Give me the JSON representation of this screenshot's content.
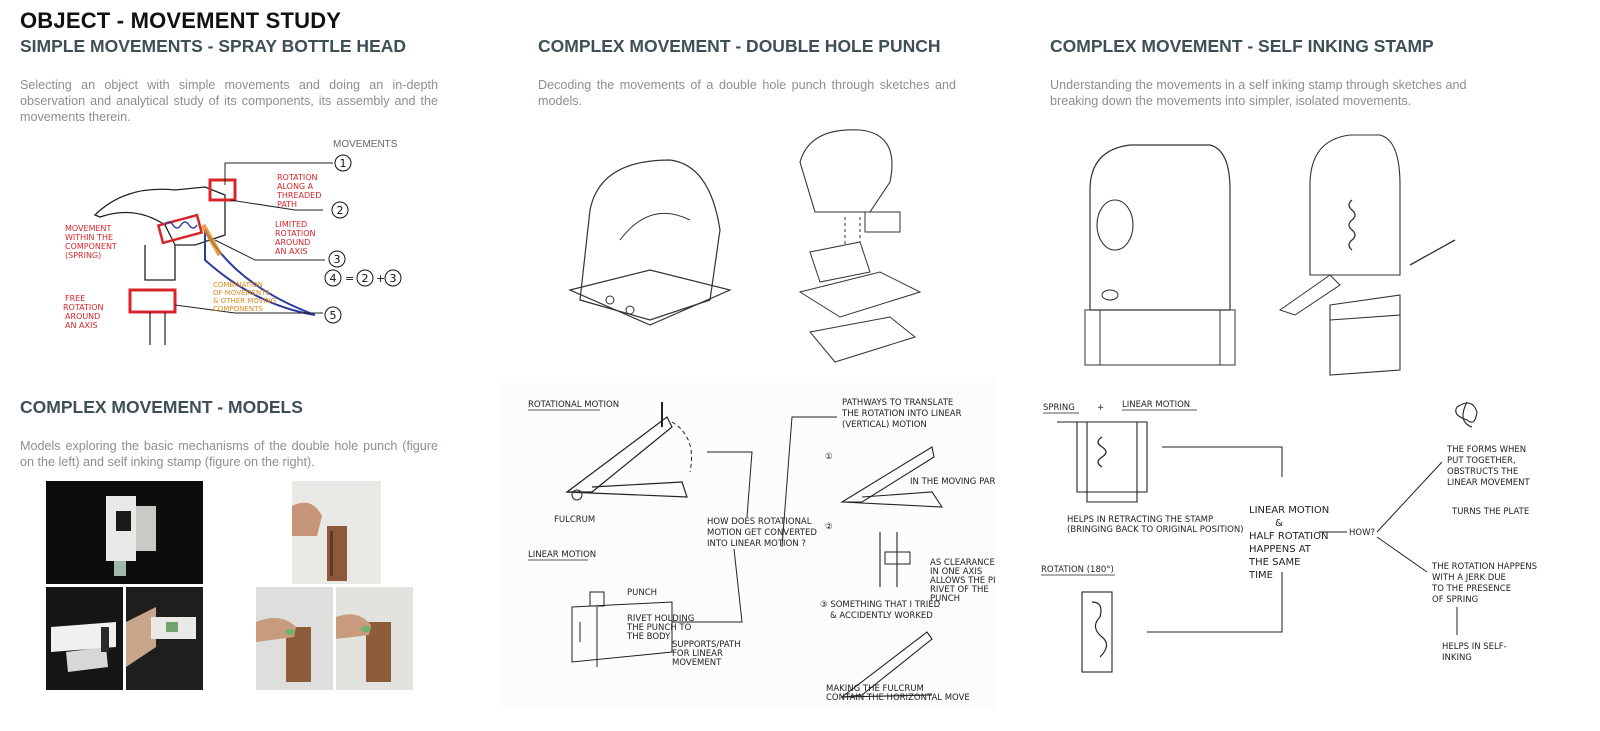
{
  "page": {
    "title": "OBJECT - MOVEMENT STUDY"
  },
  "sections": {
    "spray": {
      "title": "SIMPLE MOVEMENTS - SPRAY BOTTLE HEAD",
      "description": "Selecting an object with simple movements and doing an in-depth observation and analytical study of its components, its assembly and the movements therein.",
      "movements_label": "MOVEMENTS",
      "callouts": [
        "1",
        "2",
        "3",
        "5"
      ],
      "formula": {
        "lhs": "4",
        "eq": "=",
        "a": "2",
        "plus": "+",
        "b": "3"
      },
      "notes": {
        "rotation_thread": [
          "ROTATION",
          "ALONG A",
          "THREADED",
          "PATH"
        ],
        "limited_rotation": [
          "LIMITED",
          "ROTATION",
          "AROUND",
          "AN AXIS"
        ],
        "movement_within": [
          "MOVEMENT",
          "WITHIN THE",
          "COMPONENT",
          "(SPRING)"
        ],
        "free_rotation": [
          "FREE",
          "ROTATION",
          "AROUND",
          "AN AXIS"
        ],
        "combination": [
          "COMBINATION",
          "OF MOVEMENTS",
          "& OTHER MOVING",
          "COMPONENTS"
        ]
      }
    },
    "punch": {
      "title": "COMPLEX MOVEMENT - DOUBLE HOLE PUNCH",
      "description": "Decoding the movements of a double hole punch through sketches and models.",
      "notes": {
        "rotational": "ROTATIONAL MOTION",
        "fulcrum": "FULCRUM",
        "linear": "LINEAR MOTION",
        "punch": "PUNCH",
        "rivet": [
          "RIVET HOLDING",
          "THE PUNCH TO",
          "THE BODY"
        ],
        "supports": [
          "SUPPORTS/PATH",
          "FOR LINEAR",
          "MOVEMENT"
        ],
        "question": [
          "HOW DOES ROTATIONAL",
          "MOTION GET CONVERTED",
          "INTO LINEAR MOTION ?"
        ],
        "pathways": [
          "PATHWAYS TO TRANSLATE",
          "THE ROTATION INTO LINEAR",
          "(VERTICAL) MOTION"
        ],
        "n1": "①",
        "n2": "②",
        "moving_part": "IN THE MOVING PART",
        "clearance": [
          "AS CLEARANCE",
          "IN ONE AXIS",
          "ALLOWS THE PISTON/",
          "RIVET OF THE",
          "PUNCH"
        ],
        "tried": [
          "③ SOMETHING THAT I TRIED",
          "& ACCIDENTLY WORKED"
        ],
        "fulcrum_bottom": [
          "MAKING THE FULCRUM",
          "CONTAIN THE HORIZONTAL MOVE"
        ]
      }
    },
    "stamp": {
      "title": "COMPLEX MOVEMENT - SELF INKING STAMP",
      "description": "Understanding the movements in a self inking stamp through sketches and breaking down the movements into simpler, isolated movements.",
      "notes": {
        "spring": "SPRING",
        "plus": "+",
        "linear": "LINEAR MOTION",
        "helps": [
          "HELPS IN RETRACTING THE STAMP",
          "(BRINGING BACK TO ORIGINAL POSITION)"
        ],
        "rotation": "ROTATION (180°)",
        "center": [
          "LINEAR MOTION",
          "&",
          "HALF ROTATION",
          "HAPPENS AT",
          "THE SAME",
          "TIME"
        ],
        "how": "HOW?",
        "forms": [
          "THE FORMS WHEN",
          "PUT TOGETHER,",
          "OBSTRUCTS THE",
          "LINEAR MOVEMENT"
        ],
        "turns": "TURNS THE PLATE",
        "jerk": [
          "THE ROTATION HAPPENS",
          "WITH A JERK DUE",
          "TO THE PRESENCE",
          "OF SPRING"
        ],
        "self_inking": [
          "HELPS IN SELF-",
          "INKING"
        ]
      }
    },
    "models": {
      "title": "COMPLEX MOVEMENT - MODELS",
      "description": "Models exploring the basic mechanisms of the double hole punch (figure on the left) and self inking stamp (figure on the right)."
    }
  }
}
